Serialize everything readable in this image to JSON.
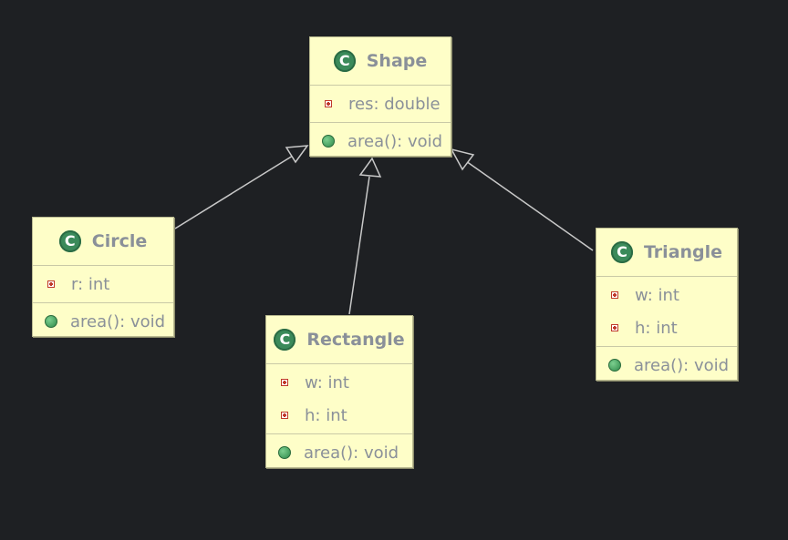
{
  "diagram": {
    "colors": {
      "background": "#1e2023",
      "class_fill": "#fefec8",
      "class_border": "#b9b98f",
      "text": "#8a9099",
      "class_icon": "#3b8a5a",
      "method_icon": "#3f9a58",
      "field_icon": "#c0392b",
      "edge": "#c8c8c8"
    },
    "class_icon_letter": "C",
    "classes": {
      "shape": {
        "name": "Shape",
        "fields": [
          "res: double"
        ],
        "methods": [
          "area(): void"
        ]
      },
      "circle": {
        "name": "Circle",
        "fields": [
          "r: int"
        ],
        "methods": [
          "area(): void"
        ]
      },
      "rectangle": {
        "name": "Rectangle",
        "fields": [
          "w: int",
          "h: int"
        ],
        "methods": [
          "area(): void"
        ]
      },
      "triangle": {
        "name": "Triangle",
        "fields": [
          "w: int",
          "h: int"
        ],
        "methods": [
          "area(): void"
        ]
      }
    },
    "relations": [
      {
        "type": "inheritance",
        "from": "Circle",
        "to": "Shape"
      },
      {
        "type": "inheritance",
        "from": "Rectangle",
        "to": "Shape"
      },
      {
        "type": "inheritance",
        "from": "Triangle",
        "to": "Shape"
      }
    ]
  }
}
